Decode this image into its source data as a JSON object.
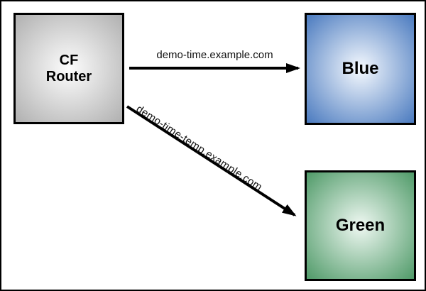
{
  "nodes": {
    "router": {
      "label": "CF\nRouter"
    },
    "blue": {
      "label": "Blue"
    },
    "green": {
      "label": "Green"
    }
  },
  "routes": [
    {
      "from": "CF Router",
      "to": "Blue",
      "label": "demo-time.example.com"
    },
    {
      "from": "CF Router",
      "to": "Green",
      "label": "demo-time-temp.example.com"
    }
  ],
  "colors": {
    "node_border": "#000000",
    "arrow": "#000000",
    "router_edge": "#b0b0b0",
    "router_center": "#fdfdfd",
    "blue_edge": "#4a7abf",
    "blue_center": "#f5f9fe",
    "green_edge": "#4f9a68",
    "green_center": "#eff8f2"
  }
}
